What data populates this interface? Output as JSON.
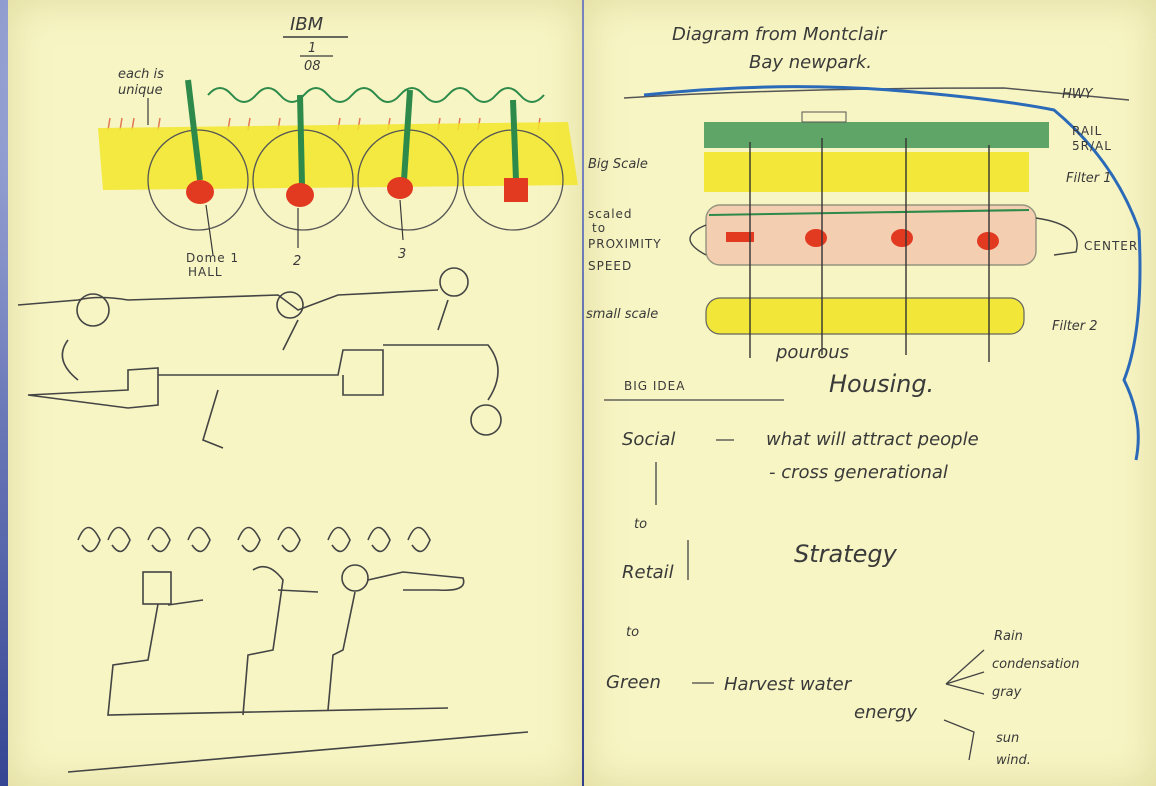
{
  "left_page": {
    "title": "IBM",
    "fraction_numerator": "1",
    "fraction_denominator": "08",
    "note_each": "each is",
    "note_unique": "unique",
    "labels": [
      "Dome 1",
      "HALL",
      "2",
      "3"
    ]
  },
  "right_page": {
    "heading_line1": "Diagram from Montclair",
    "heading_line2": "Bay newpark.",
    "hwy": "HWY",
    "rail": "RAIL",
    "rail2": "5R/AL",
    "big_scale": "Big Scale",
    "filter1": "Filter 1",
    "scaled_to": [
      "scaled",
      "to",
      "PROXIMITY",
      "SPEED"
    ],
    "center": "CENTER",
    "small_scale": "small scale",
    "filter2": "Filter 2",
    "porous": "pourous",
    "big_idea": "BIG IDEA",
    "housing": "Housing.",
    "social": "Social",
    "social_line1": "what will attract people",
    "social_line2": "- cross generational",
    "to1": "to",
    "retail": "Retail",
    "strategy": "Strategy",
    "to2": "to",
    "green": "Green",
    "harvest_water": "Harvest water",
    "rain": "Rain",
    "condensation": "condensation",
    "gray": "gray",
    "energy": "energy",
    "sun": "sun",
    "wind": "wind."
  },
  "colors": {
    "paper": "#f7f5c4",
    "pencil": "#3a3a3a",
    "green_marker": "#2e8a4a",
    "yellow_marker": "#f2e62a",
    "red_marker": "#e23a20",
    "orange_marker": "#e07a50",
    "blue_pencil": "#2a6ab8"
  }
}
